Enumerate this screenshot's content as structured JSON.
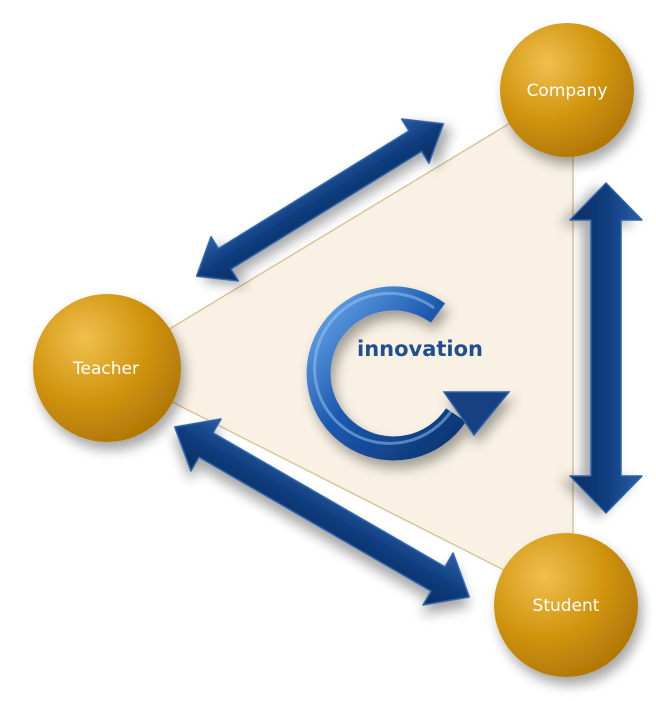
{
  "diagram": {
    "center": {
      "label": "innovation"
    },
    "nodes": [
      {
        "id": "company",
        "label": "Company"
      },
      {
        "id": "teacher",
        "label": "Teacher"
      },
      {
        "id": "student",
        "label": "Student"
      }
    ],
    "connections": [
      {
        "from": "Teacher",
        "to": "Company",
        "direction": "bidirectional"
      },
      {
        "from": "Company",
        "to": "Student",
        "direction": "bidirectional"
      },
      {
        "from": "Teacher",
        "to": "Student",
        "direction": "bidirectional"
      }
    ],
    "colors": {
      "node_fill": "#c98a08",
      "node_highlight": "#e7b13a",
      "arrow_fill": "#0e3a78",
      "arrow_edge": "#2f63a8",
      "triangle_fill": "#f8f1e4",
      "triangle_edge": "#d9c59a",
      "cycle_dark": "#0d3a78",
      "cycle_light": "#5b9be0",
      "center_text": "#1f4f8e"
    }
  }
}
